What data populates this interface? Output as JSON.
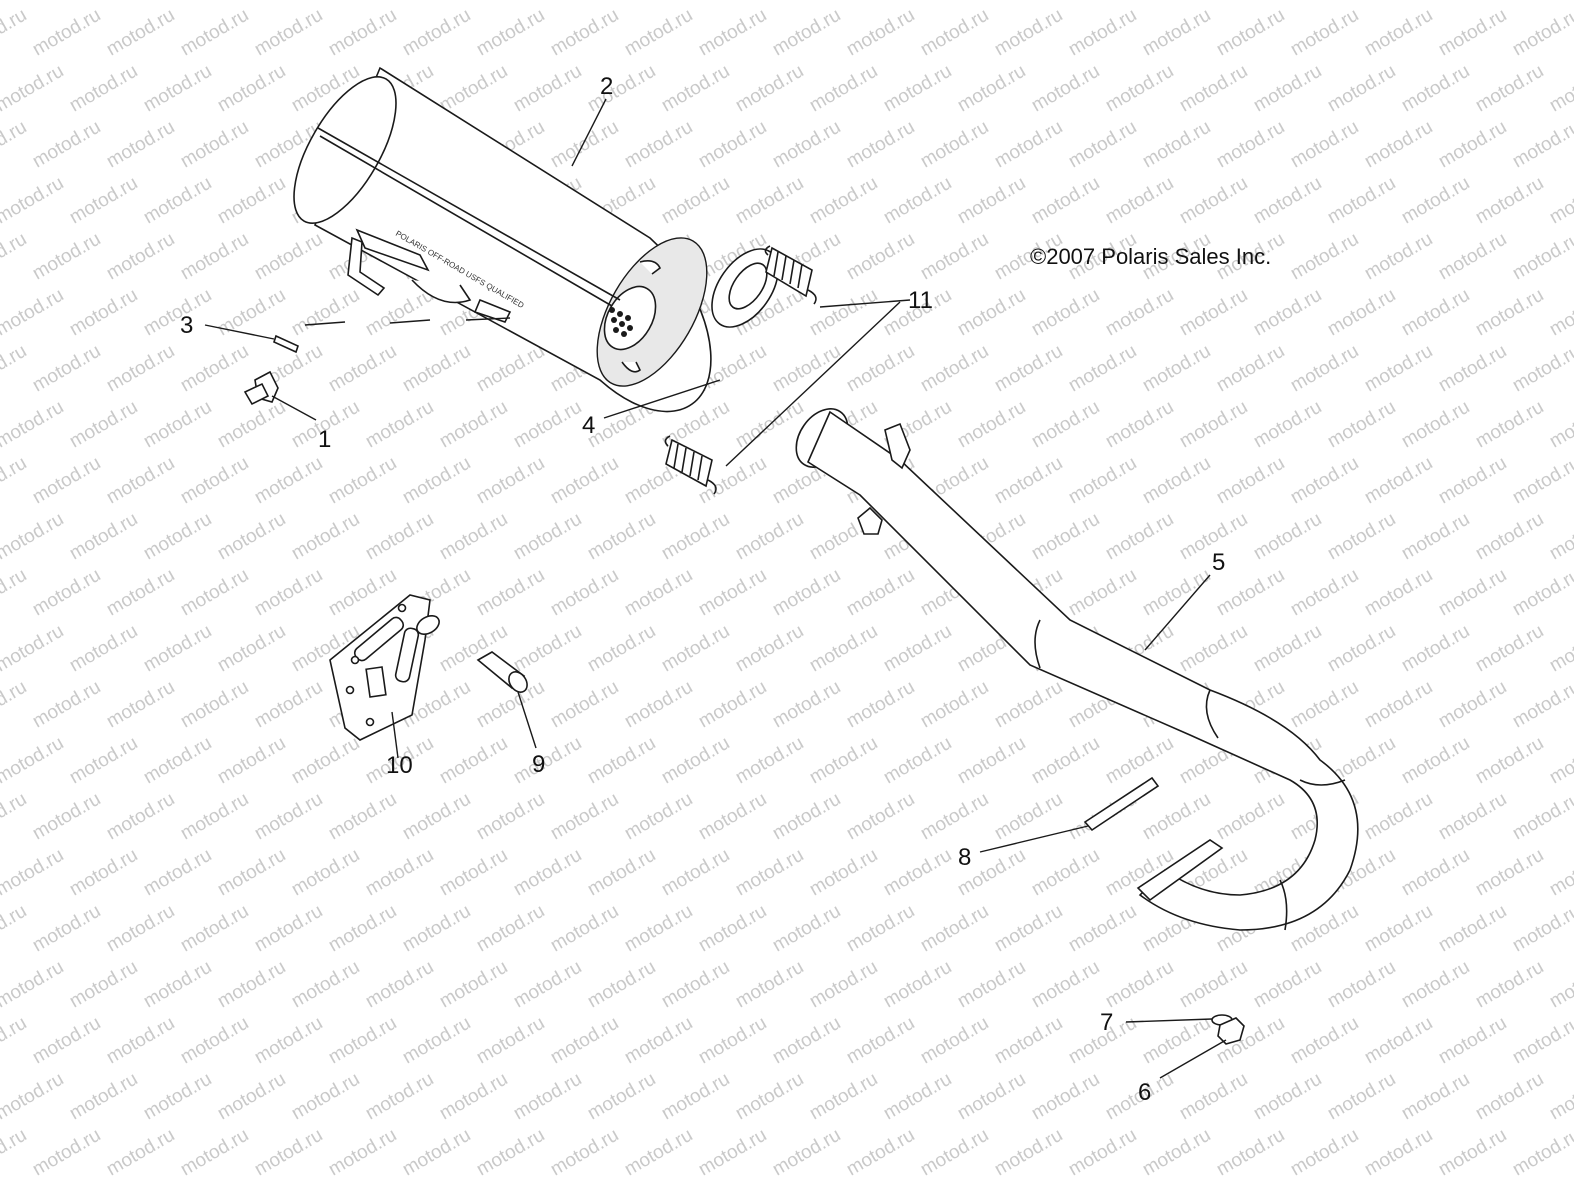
{
  "copyright": "©2007 Polaris Sales Inc.",
  "watermark": "motod.ru",
  "muffler_label": "POLARIS OFF-ROAD USFS QUALIFIED",
  "callouts": [
    {
      "id": "1",
      "label": "1"
    },
    {
      "id": "2",
      "label": "2"
    },
    {
      "id": "3",
      "label": "3"
    },
    {
      "id": "4",
      "label": "4"
    },
    {
      "id": "5",
      "label": "5"
    },
    {
      "id": "6",
      "label": "6"
    },
    {
      "id": "7",
      "label": "7"
    },
    {
      "id": "8",
      "label": "8"
    },
    {
      "id": "9",
      "label": "9"
    },
    {
      "id": "10",
      "label": "10"
    },
    {
      "id": "11",
      "label": "11"
    }
  ],
  "colors": {
    "line": "#1a1a1a",
    "watermark": "#c9c9c9",
    "background": "#ffffff"
  }
}
